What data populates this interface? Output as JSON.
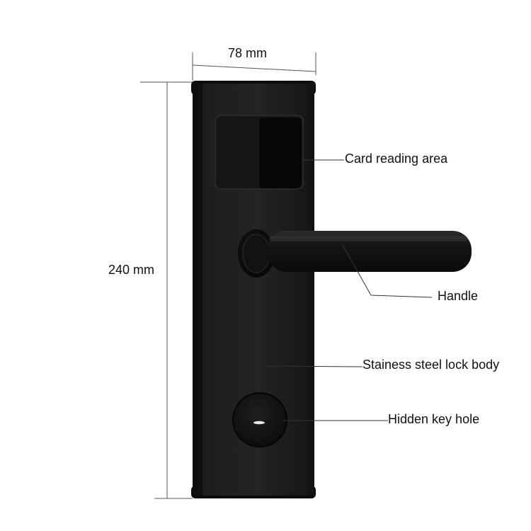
{
  "dimensions": {
    "width_label": "78 mm",
    "height_label": "240 mm"
  },
  "callouts": {
    "card_reading_area": "Card reading area",
    "handle": "Handle",
    "lock_body": "Stainess steel lock body",
    "key_hole": "Hidden key hole"
  },
  "colors": {
    "lock_body": "#1a1a1b",
    "lock_body_edge": "#0c0c0c",
    "card_window": "#101010",
    "leader_line": "#333333",
    "background": "#ffffff"
  }
}
